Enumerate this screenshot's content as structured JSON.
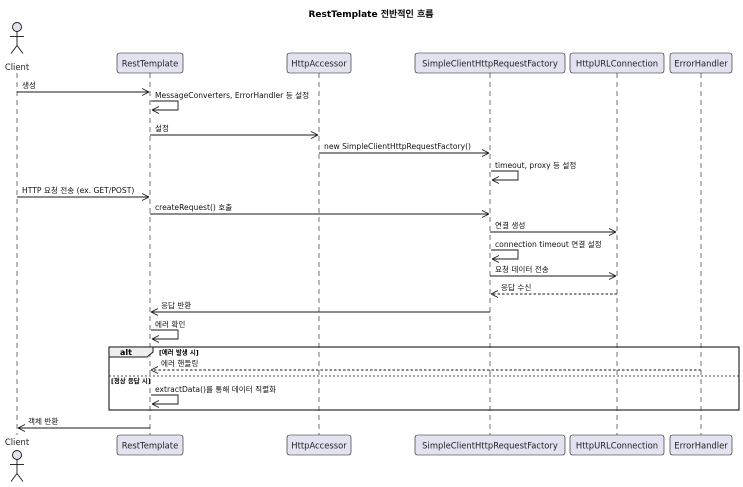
{
  "title": "RestTemplate 전반적인 흐름",
  "participants": [
    {
      "id": "client",
      "label": "Client",
      "kind": "actor"
    },
    {
      "id": "rest",
      "label": "RestTemplate",
      "kind": "box"
    },
    {
      "id": "acc",
      "label": "HttpAccessor",
      "kind": "box"
    },
    {
      "id": "fac",
      "label": "SimpleClientHttpRequestFactory",
      "kind": "box"
    },
    {
      "id": "conn",
      "label": "HttpURLConnection",
      "kind": "box"
    },
    {
      "id": "err",
      "label": "ErrorHandler",
      "kind": "box"
    }
  ],
  "messages": [
    {
      "from": "client",
      "to": "rest",
      "label": "생성",
      "style": "solid"
    },
    {
      "from": "rest",
      "to": "rest",
      "label": "MessageConverters, ErrorHandler 등 설정",
      "style": "solid"
    },
    {
      "from": "rest",
      "to": "acc",
      "label": "설정",
      "style": "solid"
    },
    {
      "from": "acc",
      "to": "fac",
      "label": "new SimpleClientHttpRequestFactory()",
      "style": "solid"
    },
    {
      "from": "fac",
      "to": "fac",
      "label": "timeout, proxy 등 설정",
      "style": "solid"
    },
    {
      "from": "client",
      "to": "rest",
      "label": "HTTP 요청 전송 (ex. GET/POST)",
      "style": "solid"
    },
    {
      "from": "rest",
      "to": "fac",
      "label": "createRequest() 호출",
      "style": "solid"
    },
    {
      "from": "fac",
      "to": "conn",
      "label": "연결 생성",
      "style": "solid"
    },
    {
      "from": "fac",
      "to": "fac",
      "label": "connection timeout 연결 설정",
      "style": "solid"
    },
    {
      "from": "fac",
      "to": "conn",
      "label": "요청 데이터 전송",
      "style": "solid"
    },
    {
      "from": "conn",
      "to": "fac",
      "label": "응답 수신",
      "style": "dashed"
    },
    {
      "from": "fac",
      "to": "rest",
      "label": "응답 반환",
      "style": "solid"
    },
    {
      "from": "rest",
      "to": "rest",
      "label": "에러 확인",
      "style": "solid"
    },
    {
      "from": "err",
      "to": "rest",
      "label": "에러 핸들링",
      "style": "dashed"
    },
    {
      "from": "rest",
      "to": "rest",
      "label": "extractData()를 통해 데이터 직렬화",
      "style": "solid"
    },
    {
      "from": "rest",
      "to": "client",
      "label": "객체 반환",
      "style": "solid"
    }
  ],
  "alt": {
    "keyword": "alt",
    "condition1": "[에러 발생 시]",
    "condition2": "[정상 응답 시]"
  },
  "colors": {
    "box_fill": "#e2e2f0",
    "box_stroke": "#181818",
    "lifeline": "#181818",
    "arrow": "#181818"
  }
}
